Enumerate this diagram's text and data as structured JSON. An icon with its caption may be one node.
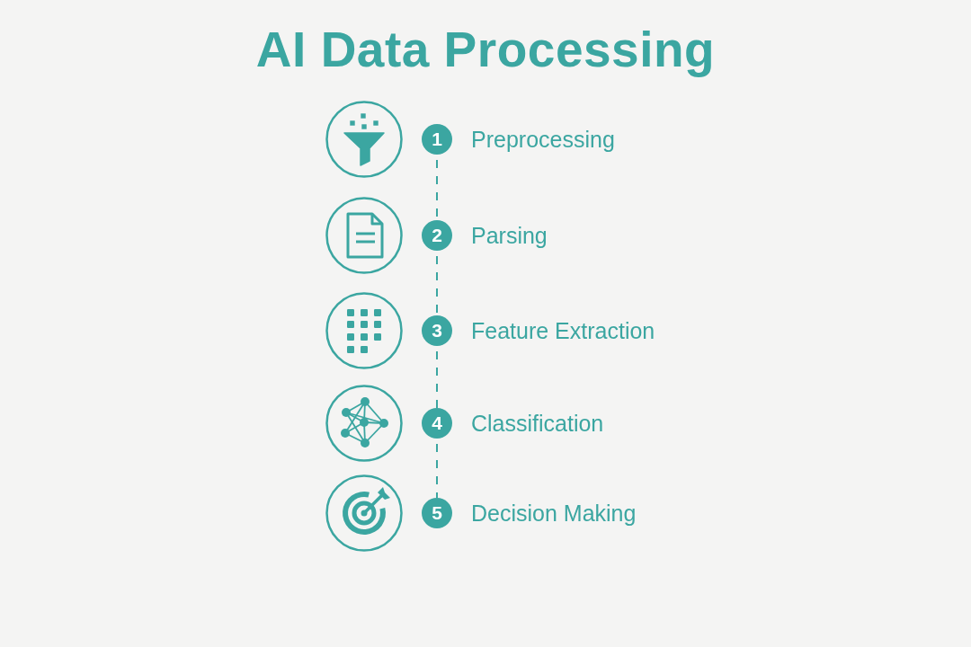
{
  "diagram": {
    "title": "AI Data Processing",
    "nodes": [
      {
        "text": [
          "1"
        ],
        "beside": [
          "Preprocessing"
        ]
      },
      {
        "text": [
          "2"
        ],
        "beside": [
          "Parsing"
        ]
      },
      {
        "text": [
          "3"
        ],
        "beside": [
          "Feature Extraction"
        ]
      },
      {
        "text": [
          "4"
        ],
        "beside": [
          "Classification"
        ]
      },
      {
        "text": [
          "5"
        ],
        "beside": [
          "Decision Making"
        ]
      }
    ],
    "edges": [
      {
        "from": 0,
        "to": 1,
        "arrow": "none",
        "style": "dashed"
      },
      {
        "from": 1,
        "to": 2,
        "arrow": "none",
        "style": "dashed"
      },
      {
        "from": 2,
        "to": 3,
        "arrow": "none",
        "style": "dashed"
      },
      {
        "from": 3,
        "to": 4,
        "arrow": "none",
        "style": "dashed"
      }
    ]
  }
}
